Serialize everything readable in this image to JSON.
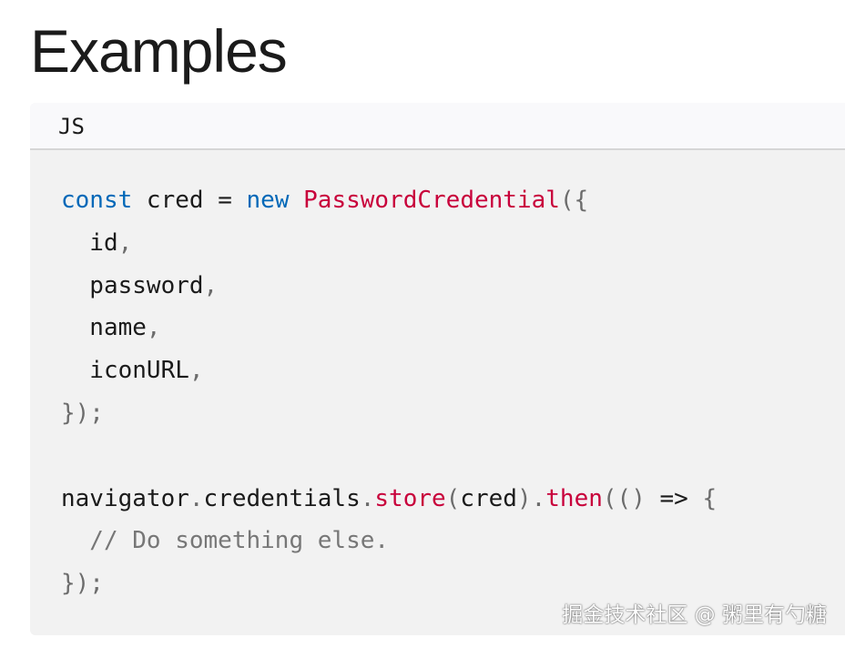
{
  "page": {
    "title": "Examples"
  },
  "code_block": {
    "language_label": "JS",
    "colors": {
      "keyword": "#0068b8",
      "function": "#c8003b",
      "punctuation": "#6c6c6c",
      "comment": "#777777",
      "text": "#1b1b1b",
      "background": "#f2f2f2",
      "header_background": "#f9f9fb"
    },
    "lines": [
      [
        {
          "type": "keyword",
          "text": "const"
        },
        {
          "type": "ident",
          "text": " cred "
        },
        {
          "type": "ident",
          "text": "= "
        },
        {
          "type": "keyword",
          "text": "new"
        },
        {
          "type": "ident",
          "text": " "
        },
        {
          "type": "class",
          "text": "PasswordCredential"
        },
        {
          "type": "punct",
          "text": "({"
        }
      ],
      [
        {
          "type": "ident",
          "text": "  id"
        },
        {
          "type": "punct",
          "text": ","
        }
      ],
      [
        {
          "type": "ident",
          "text": "  password"
        },
        {
          "type": "punct",
          "text": ","
        }
      ],
      [
        {
          "type": "ident",
          "text": "  name"
        },
        {
          "type": "punct",
          "text": ","
        }
      ],
      [
        {
          "type": "ident",
          "text": "  iconURL"
        },
        {
          "type": "punct",
          "text": ","
        }
      ],
      [
        {
          "type": "punct",
          "text": "});"
        }
      ],
      [],
      [
        {
          "type": "ident",
          "text": "navigator"
        },
        {
          "type": "punct",
          "text": "."
        },
        {
          "type": "ident",
          "text": "credentials"
        },
        {
          "type": "punct",
          "text": "."
        },
        {
          "type": "func",
          "text": "store"
        },
        {
          "type": "punct",
          "text": "("
        },
        {
          "type": "ident",
          "text": "cred"
        },
        {
          "type": "punct",
          "text": ")."
        },
        {
          "type": "func",
          "text": "then"
        },
        {
          "type": "punct",
          "text": "(()"
        },
        {
          "type": "ident",
          "text": " => "
        },
        {
          "type": "punct",
          "text": "{"
        }
      ],
      [
        {
          "type": "comment",
          "text": "  // Do something else."
        }
      ],
      [
        {
          "type": "punct",
          "text": "});"
        }
      ]
    ]
  },
  "watermark": {
    "text": "掘金技术社区 @ 粥里有勺糖"
  }
}
